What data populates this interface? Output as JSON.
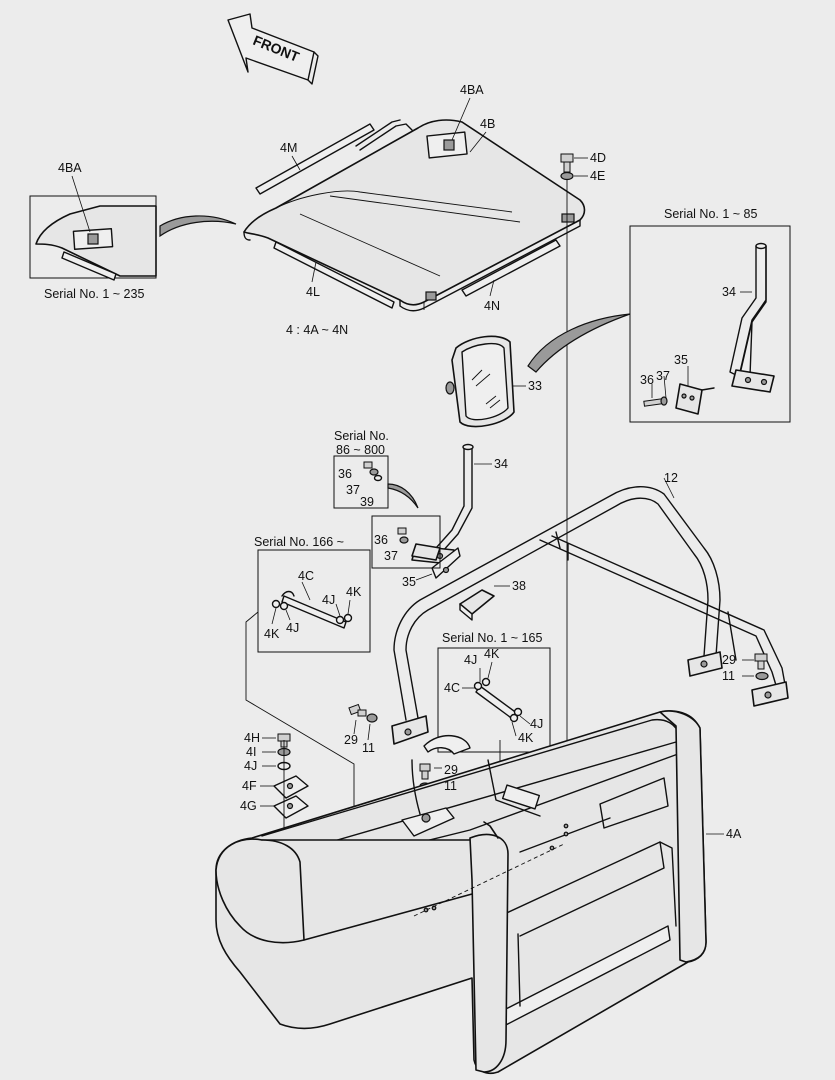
{
  "direction_label": "FRONT",
  "labels": {
    "4BA_main": "4BA",
    "4BA_inset": "4BA",
    "4B": "4B",
    "4M": "4M",
    "4L": "4L",
    "4N": "4N",
    "4D": "4D",
    "4E": "4E",
    "4A": "4A",
    "4C_a": "4C",
    "4C_b": "4C",
    "4J_a1": "4J",
    "4J_a2": "4J",
    "4J_b1": "4J",
    "4J_b2": "4J",
    "4J_c": "4J",
    "4K_a1": "4K",
    "4K_a2": "4K",
    "4K_b1": "4K",
    "4K_b2": "4K",
    "4H": "4H",
    "4I": "4I",
    "4F": "4F",
    "4G": "4G",
    "33": "33",
    "34_main": "34",
    "34_inset": "34",
    "35_main": "35",
    "35_inset": "35",
    "36_a": "36",
    "36_b": "36",
    "36_inset": "36",
    "37_a": "37",
    "37_b": "37",
    "37_inset": "37",
    "38": "38",
    "39": "39",
    "12": "12",
    "29_a": "29",
    "29_b": "29",
    "29_c": "29",
    "11_a": "11",
    "11_b": "11",
    "11_c": "11"
  },
  "notes": {
    "serial_1_235": "Serial No. 1 ~ 235",
    "composition": "4 : 4A ~ 4N",
    "serial_1_85": "Serial No. 1 ~ 85",
    "serial_86_800_line1": "Serial No.",
    "serial_86_800_line2": "86 ~ 800",
    "serial_166": "Serial No. 166 ~",
    "serial_1_165": "Serial No. 1 ~ 165"
  }
}
